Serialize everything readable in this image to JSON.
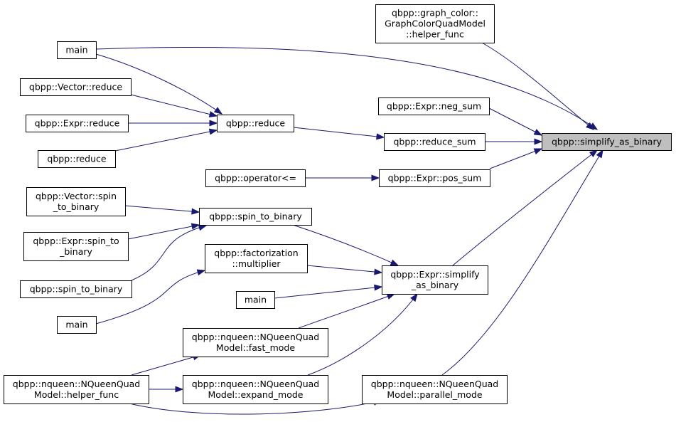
{
  "graph": {
    "target": "simplify_as_binary",
    "nodes": [
      {
        "id": "simplify_as_binary",
        "lines": [
          "qbpp::simplify_as_binary"
        ],
        "highlight": true
      },
      {
        "id": "graph_color_helper",
        "lines": [
          "qbpp::graph_color::",
          "GraphColorQuadModel",
          "::helper_func"
        ]
      },
      {
        "id": "main1",
        "lines": [
          "main"
        ]
      },
      {
        "id": "vector_reduce",
        "lines": [
          "qbpp::Vector::reduce"
        ]
      },
      {
        "id": "expr_reduce",
        "lines": [
          "qbpp::Expr::reduce"
        ]
      },
      {
        "id": "reduce_free",
        "lines": [
          "qbpp::reduce"
        ]
      },
      {
        "id": "reduce_mid",
        "lines": [
          "qbpp::reduce"
        ]
      },
      {
        "id": "neg_sum",
        "lines": [
          "qbpp::Expr::neg_sum"
        ]
      },
      {
        "id": "reduce_sum",
        "lines": [
          "qbpp::reduce_sum"
        ]
      },
      {
        "id": "operator_le",
        "lines": [
          "qbpp::operator<="
        ]
      },
      {
        "id": "pos_sum",
        "lines": [
          "qbpp::Expr::pos_sum"
        ]
      },
      {
        "id": "vector_spin",
        "lines": [
          "qbpp::Vector::spin",
          "_to_binary"
        ]
      },
      {
        "id": "expr_spin",
        "lines": [
          "qbpp::Expr::spin_to",
          "_binary"
        ]
      },
      {
        "id": "spin_free",
        "lines": [
          "qbpp::spin_to_binary"
        ]
      },
      {
        "id": "spin_mid",
        "lines": [
          "qbpp::spin_to_binary"
        ]
      },
      {
        "id": "fact_mult",
        "lines": [
          "qbpp::factorization",
          "::multiplier"
        ]
      },
      {
        "id": "main2",
        "lines": [
          "main"
        ]
      },
      {
        "id": "main3",
        "lines": [
          "main"
        ]
      },
      {
        "id": "expr_simplify",
        "lines": [
          "qbpp::Expr::simplify",
          "_as_binary"
        ]
      },
      {
        "id": "nqueen_fast",
        "lines": [
          "qbpp::nqueen::NQueenQuad",
          "Model::fast_mode"
        ]
      },
      {
        "id": "nqueen_expand",
        "lines": [
          "qbpp::nqueen::NQueenQuad",
          "Model::expand_mode"
        ]
      },
      {
        "id": "nqueen_helper",
        "lines": [
          "qbpp::nqueen::NQueenQuad",
          "Model::helper_func"
        ]
      },
      {
        "id": "nqueen_parallel",
        "lines": [
          "qbpp::nqueen::NQueenQuad",
          "Model::parallel_mode"
        ]
      }
    ],
    "edges": [
      {
        "from": "graph_color_helper",
        "to": "simplify_as_binary"
      },
      {
        "from": "main1",
        "to": "simplify_as_binary"
      },
      {
        "from": "main1",
        "to": "reduce_mid"
      },
      {
        "from": "vector_reduce",
        "to": "reduce_mid"
      },
      {
        "from": "expr_reduce",
        "to": "reduce_mid"
      },
      {
        "from": "reduce_free",
        "to": "reduce_mid"
      },
      {
        "from": "reduce_mid",
        "to": "reduce_sum"
      },
      {
        "from": "neg_sum",
        "to": "simplify_as_binary"
      },
      {
        "from": "reduce_sum",
        "to": "simplify_as_binary"
      },
      {
        "from": "pos_sum",
        "to": "simplify_as_binary"
      },
      {
        "from": "operator_le",
        "to": "pos_sum"
      },
      {
        "from": "vector_spin",
        "to": "spin_mid"
      },
      {
        "from": "expr_spin",
        "to": "spin_mid"
      },
      {
        "from": "spin_free",
        "to": "spin_mid"
      },
      {
        "from": "spin_mid",
        "to": "expr_simplify"
      },
      {
        "from": "main3",
        "to": "fact_mult"
      },
      {
        "from": "fact_mult",
        "to": "expr_simplify"
      },
      {
        "from": "main2",
        "to": "expr_simplify"
      },
      {
        "from": "nqueen_fast",
        "to": "expr_simplify"
      },
      {
        "from": "nqueen_expand",
        "to": "expr_simplify"
      },
      {
        "from": "expr_simplify",
        "to": "simplify_as_binary"
      },
      {
        "from": "nqueen_helper",
        "to": "nqueen_fast"
      },
      {
        "from": "nqueen_helper",
        "to": "nqueen_expand"
      },
      {
        "from": "nqueen_helper",
        "to": "nqueen_parallel"
      },
      {
        "from": "nqueen_parallel",
        "to": "simplify_as_binary"
      }
    ]
  }
}
